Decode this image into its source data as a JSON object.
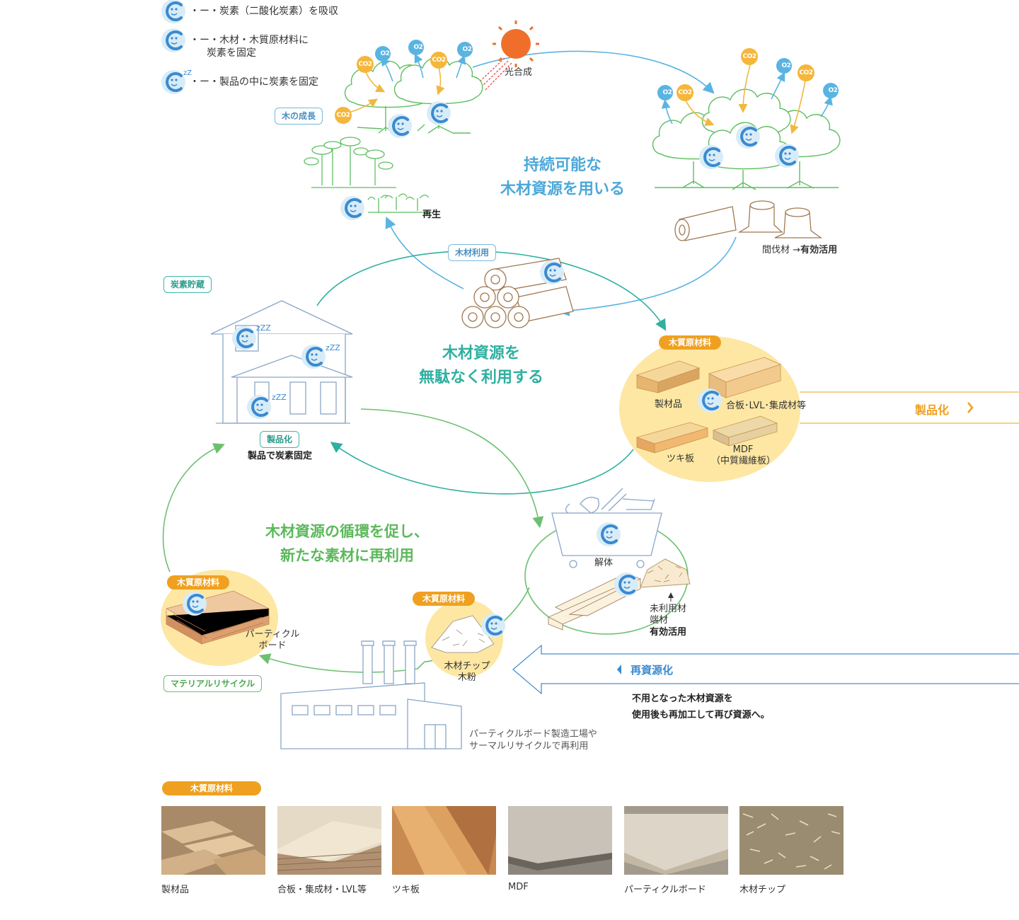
{
  "legend": {
    "absorb": "炭素（二酸化炭素）を吸収",
    "fix_wood_1": "木材・木質原材料に",
    "fix_wood_2": "炭素を固定",
    "fix_product": "製品の中に炭素を固定",
    "dash_marker": "・ー・"
  },
  "chem": {
    "co2": "CO2",
    "o2": "O2"
  },
  "top": {
    "photosynthesis": "光合成",
    "tree_growth_tag": "木の成長",
    "regen": "再生",
    "headline_1": "持続可能な",
    "headline_2": "木材資源を用いる",
    "thinning_prefix": "間伐材",
    "thinning_arrow": "→",
    "thinning_suffix": "有効活用",
    "wood_use_tag": "木材利用"
  },
  "middle": {
    "carbon_storage_tag": "炭素貯蔵",
    "headline_1": "木材資源を",
    "headline_2": "無駄なく利用する",
    "productization_tag": "製品化",
    "product_fix_label": "製品で炭素固定",
    "material_tag": "木質原材料",
    "seizai": "製材品",
    "plywood": "合板･LVL･集成材等",
    "veneer": "ツキ板",
    "mdf_1": "MDF",
    "mdf_2": "（中質繊維板）",
    "productization_arrow_label": "製品化"
  },
  "bottom": {
    "headline_1": "木材資源の循環を促し、",
    "headline_2": "新たな素材に再利用",
    "demolition": "解体",
    "unused_1": "未利用材",
    "unused_2": "端材",
    "unused_3": "有効活用",
    "material_tag_left": "木質原材料",
    "particle_1": "パーティクル",
    "particle_2": "ボード",
    "material_tag_chip": "木質原材料",
    "chip_1": "木材チップ",
    "chip_2": "木粉",
    "material_recycle_tag": "マテリアルリサイクル",
    "factory_1": "パーティクルボード製造工場や",
    "factory_2": "サーマルリサイクルで再利用",
    "recycle_label": "再資源化",
    "recycle_desc_1": "不用となった木材資源を",
    "recycle_desc_2": "使用後も再加工して再び資源へ。"
  },
  "gallery": {
    "tag": "木質原材料",
    "items": [
      {
        "caption": "製材品"
      },
      {
        "caption": "合板・集成材・LVL等"
      },
      {
        "caption": "ツキ板"
      },
      {
        "caption": "MDF"
      },
      {
        "caption": "パーティクルボード"
      },
      {
        "caption": "木材チップ"
      }
    ]
  },
  "colors": {
    "blue_cycle": "#5ab4e2",
    "teal_cycle": "#2fb0a0",
    "green_cycle": "#6cc070",
    "orange": "#f0a020",
    "blob": "#fde7a3",
    "carbon_char": "#4a8fd0"
  }
}
